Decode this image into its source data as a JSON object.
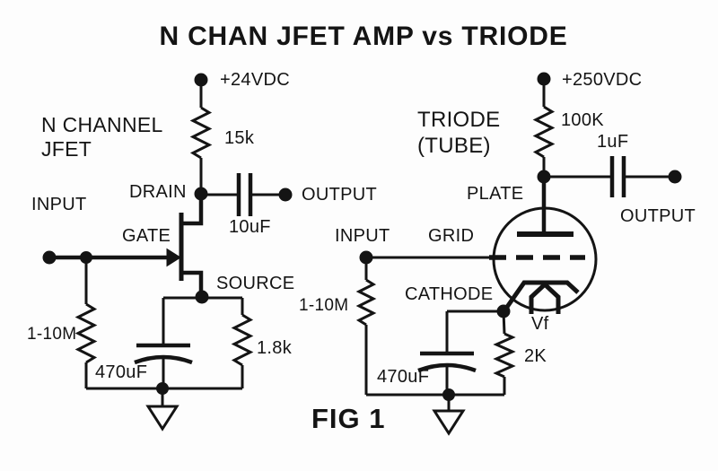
{
  "title": "N CHAN JFET AMP vs TRIODE",
  "figure": "FIG 1",
  "colors": {
    "ink": "#141414",
    "paper": "#fdfdfd"
  },
  "jfet": {
    "name_line1": "N CHANNEL",
    "name_line2": "JFET",
    "supply": "+24VDC",
    "input": "INPUT",
    "output": "OUTPUT",
    "drain": "DRAIN",
    "gate": "GATE",
    "source": "SOURCE",
    "drain_resistor": "15k",
    "output_cap": "10uF",
    "gate_resistor": "1-10M",
    "bypass_cap": "470uF",
    "source_resistor": "1.8k"
  },
  "triode": {
    "name_line1": "TRIODE",
    "name_line2": "(TUBE)",
    "supply": "+250VDC",
    "input": "INPUT",
    "output": "OUTPUT",
    "plate": "PLATE",
    "grid": "GRID",
    "cathode": "CATHODE",
    "filament": "Vf",
    "plate_resistor": "100K",
    "output_cap": "1uF",
    "grid_resistor": "1-10M",
    "bypass_cap": "470uF",
    "cathode_resistor": "2K"
  }
}
